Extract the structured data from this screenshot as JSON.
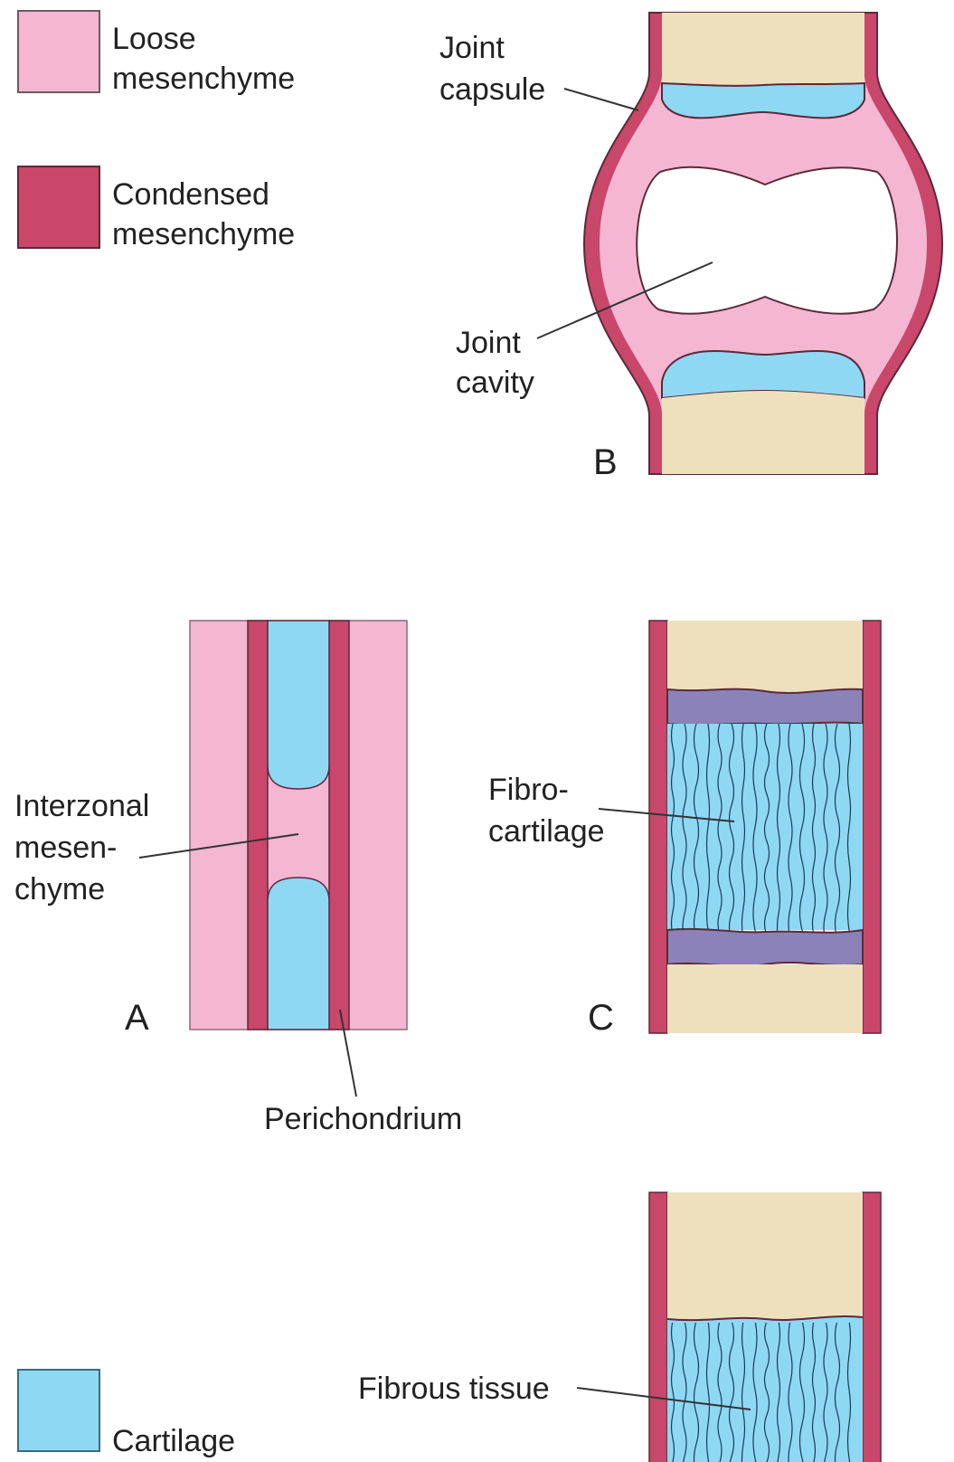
{
  "colors": {
    "loose_mesenchyme": "#f5b6d2",
    "condensed_mesenchyme": "#c8476a",
    "cartilage": "#8ed8f4",
    "bone": "#efe0bd",
    "fibrous_disc": "#8a82b8",
    "outline": "#5a2a3a",
    "leader": "#333333",
    "fiber": "#1a3a5a"
  },
  "legend": {
    "loose": {
      "line1": "Loose",
      "line2": "mesenchyme",
      "icon": "pink-swatch"
    },
    "condensed": {
      "line1": "Condensed",
      "line2": "mesenchyme",
      "icon": "crimson-swatch"
    },
    "cartilage": {
      "label": "Cartilage",
      "icon": "blue-swatch"
    }
  },
  "panels": {
    "a": {
      "letter": "A",
      "interzonal": {
        "line1": "Interzonal",
        "line2": "mesen-",
        "line3": "chyme"
      },
      "perichondrium": "Perichondrium"
    },
    "b": {
      "letter": "B",
      "capsule": {
        "line1": "Joint",
        "line2": "capsule"
      },
      "cavity": {
        "line1": "Joint",
        "line2": "cavity"
      }
    },
    "c": {
      "letter": "C",
      "fibrocartilage": {
        "line1": "Fibro-",
        "line2": "cartilage"
      }
    },
    "d": {
      "fibrous_tissue": "Fibrous tissue"
    }
  }
}
